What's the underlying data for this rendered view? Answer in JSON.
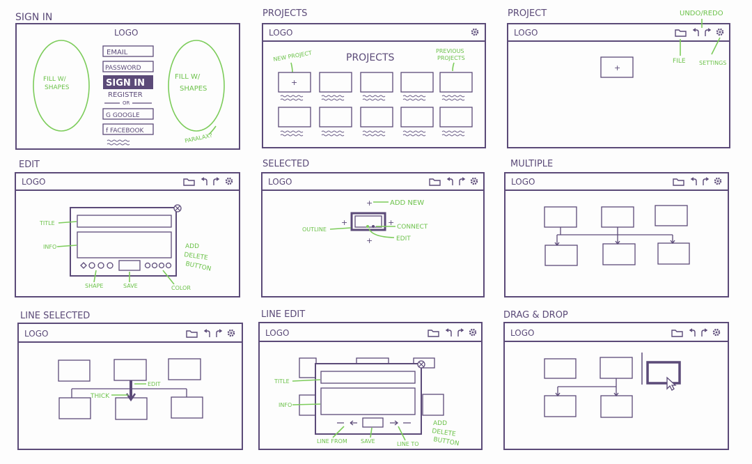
{
  "common": {
    "logo": "LOGO"
  },
  "panels": {
    "signin": {
      "title": "SIGN IN",
      "email": "EMAIL",
      "password": "PASSWORD",
      "signin_button": "SIGN IN",
      "register": "REGISTER",
      "or": "OR",
      "google": "G GOOGLE",
      "facebook": "f FACEBOOK",
      "fill_left_1": "FILL W/",
      "fill_left_2": "SHAPES",
      "fill_right_1": "FILL W/",
      "fill_right_2": "SHAPES",
      "parallax": "PARALAX?"
    },
    "projects": {
      "title": "PROJECTS",
      "heading": "PROJECTS",
      "new_project": "NEW PROJECT",
      "previous_1": "PREVIOUS",
      "previous_2": "PROJECTS"
    },
    "project": {
      "title": "PROJECT",
      "undo_redo": "UNDO/REDO",
      "file": "FILE",
      "settings": "SETTINGS"
    },
    "edit": {
      "title": "EDIT",
      "label_title": "TITLE",
      "label_info": "INFO",
      "add_delete_1": "ADD",
      "add_delete_2": "DELETE",
      "add_delete_3": "BUTTON",
      "shape": "SHAPE",
      "save": "SAVE",
      "color": "COLOR"
    },
    "selected": {
      "title": "SELECTED",
      "add_new": "ADD NEW",
      "outline": "OUTLINE",
      "connect": "CONNECT",
      "edit": "EDIT"
    },
    "multiple": {
      "title": "MULTIPLE"
    },
    "line_selected": {
      "title": "LINE SELECTED",
      "edit": "EDIT",
      "thick": "THICK"
    },
    "line_edit": {
      "title": "LINE EDIT",
      "label_title": "TITLE",
      "label_info": "INFO",
      "add_delete_1": "ADD",
      "add_delete_2": "DELETE",
      "add_delete_3": "BUTTON",
      "line_from": "LINE FROM",
      "save": "SAVE",
      "line_to": "LINE TO"
    },
    "drag_drop": {
      "title": "DRAG & DROP"
    }
  },
  "colors": {
    "ink": "#5b4a78",
    "annotation": "#6cc24a",
    "paper": "#fdfdfd"
  },
  "icons": [
    "settings-gear-icon",
    "folder-icon",
    "undo-icon",
    "redo-icon",
    "close-icon",
    "add-plus-icon",
    "cursor-icon"
  ]
}
